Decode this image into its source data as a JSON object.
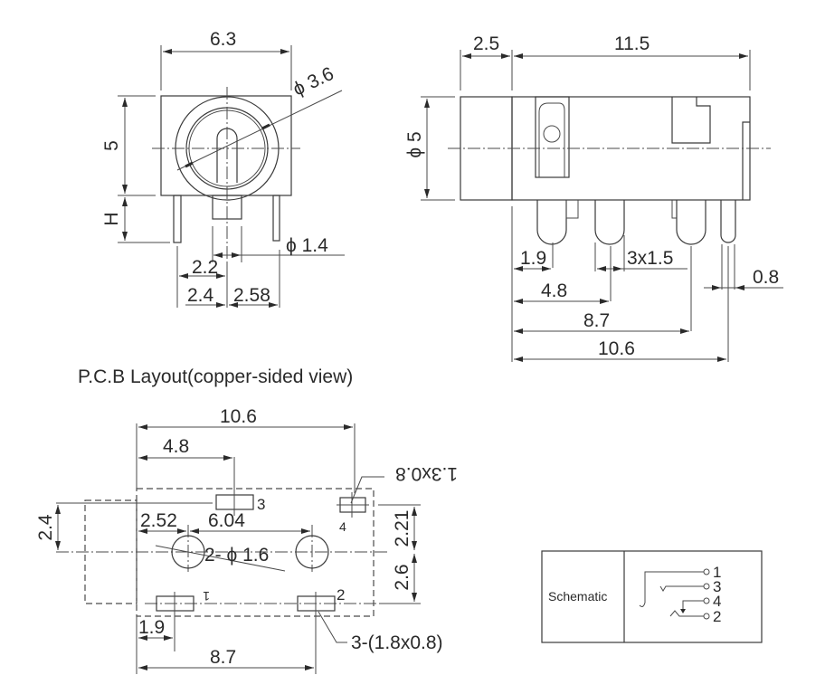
{
  "front_view": {
    "width_dim": "6.3",
    "height_dim": "5",
    "h_dim": "H",
    "bore_dim": "ϕ 3.6",
    "pin_dim": "ϕ 1.4",
    "pin_spacing_a": "2.2",
    "pin_spacing_b": "2.4",
    "pin_spacing_c": "2.58"
  },
  "side_view": {
    "nose_length": "2.5",
    "body_length": "11.5",
    "diameter": "ϕ 5",
    "pin_offset_1": "1.9",
    "pin_width": "3x1.5",
    "pin_offset_2": "4.8",
    "pin_offset_3": "8.7",
    "pin_offset_4": "10.6",
    "last_pin_width": "0.8"
  },
  "pcb_layout": {
    "title": "P.C.B Layout(copper-sided view)",
    "overall_width": "10.6",
    "pad3_offset": "4.8",
    "pad4_size": "1.3x0.8",
    "left_offset": "2.4",
    "hole_offset": "2.52",
    "hole_spacing": "6.04",
    "holes": "2- ϕ 1.6",
    "upper_vertical": "2.21",
    "lower_vertical": "2.6",
    "pad1_offset": "1.9",
    "pad2_offset": "8.7",
    "pads_size": "3-(1.8x0.8)",
    "pin_labels": {
      "p1": "1",
      "p2": "2",
      "p3": "3",
      "p4": "4"
    }
  },
  "schematic": {
    "label": "Schematic",
    "pins": [
      "1",
      "3",
      "4",
      "2"
    ]
  }
}
